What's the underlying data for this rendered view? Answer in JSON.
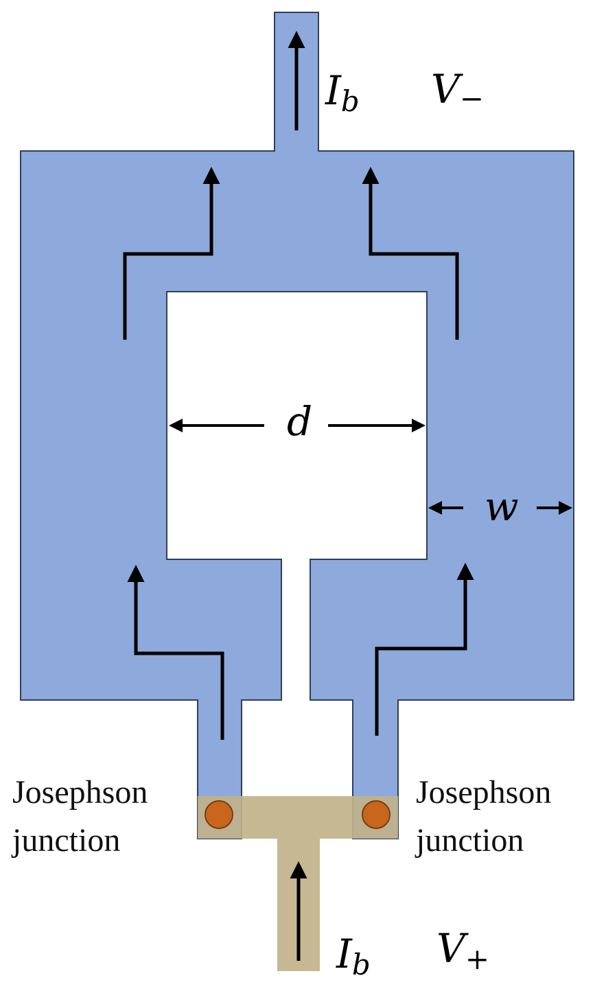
{
  "colors": {
    "film": "#8EA9DB",
    "film_edge": "#2F3E5C",
    "lead": "#C0B28A",
    "junction": "#C8661E",
    "arrow": "#000000",
    "background": "#FFFFFF"
  },
  "labels": {
    "current_top": "I",
    "current_top_sub": "b",
    "voltage_top": "V",
    "voltage_top_sub": "−",
    "current_bottom": "I",
    "current_bottom_sub": "b",
    "voltage_bottom": "V",
    "voltage_bottom_sub": "+",
    "hole_width": "d",
    "strip_width": "w",
    "junction_left_line1": "Josephson",
    "junction_left_line2": "junction",
    "junction_right_line1": "Josephson",
    "junction_right_line2": "junction"
  }
}
